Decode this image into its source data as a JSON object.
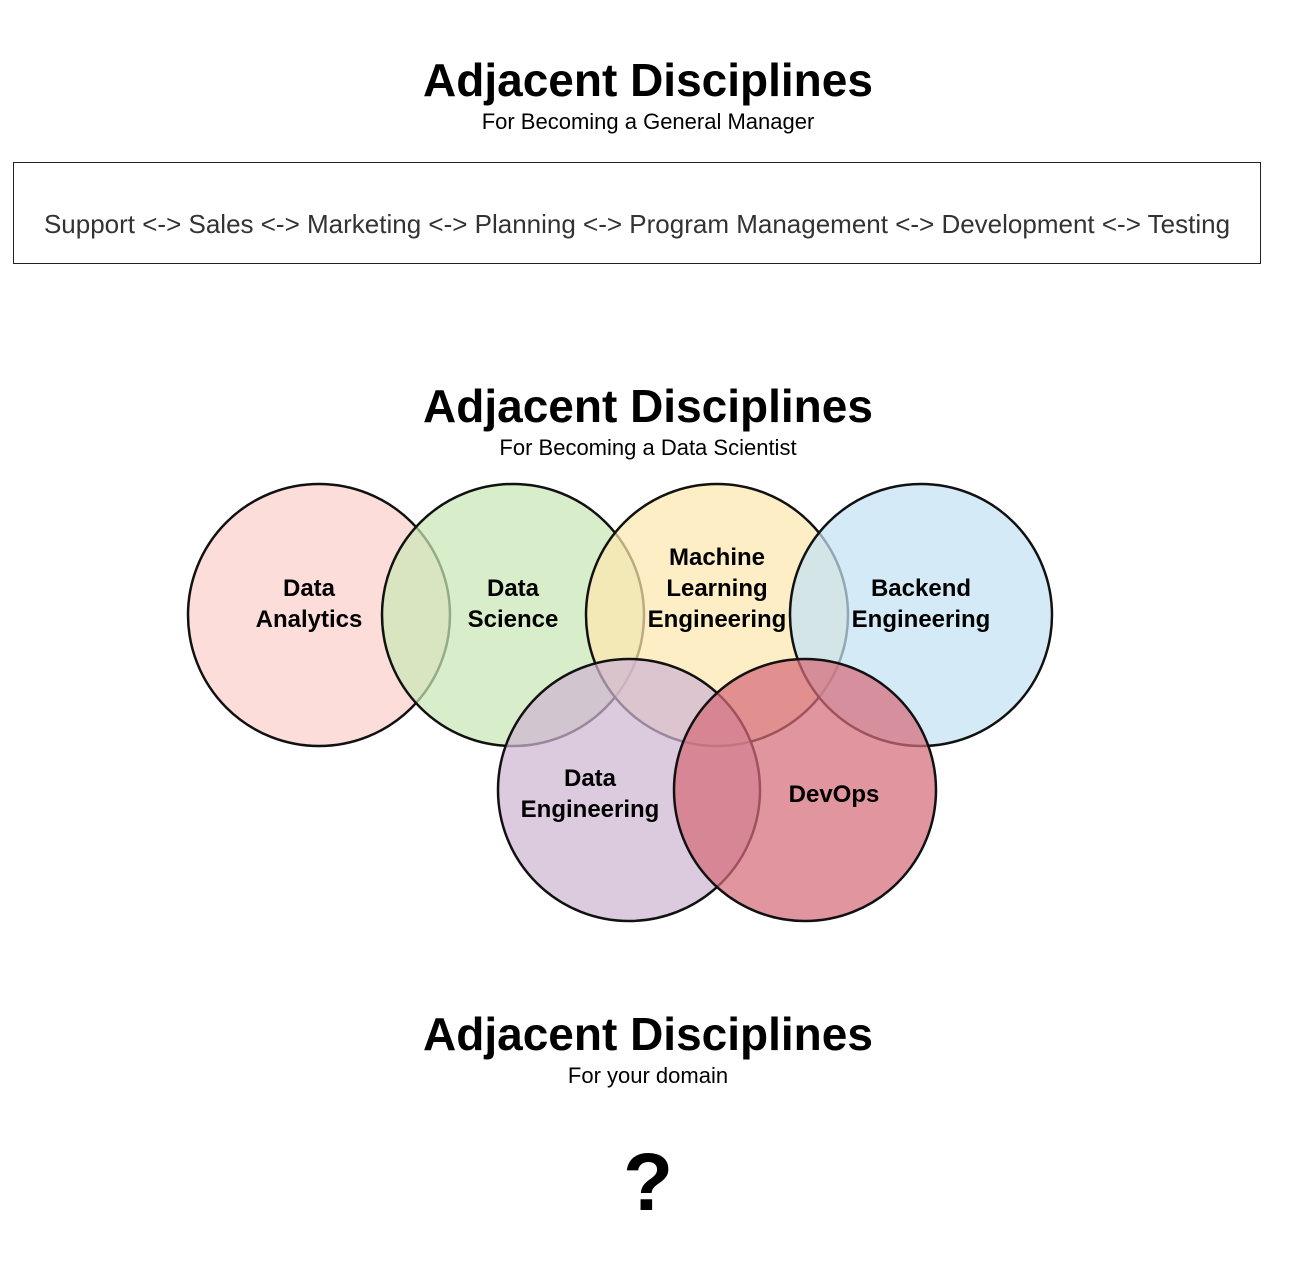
{
  "sections": [
    {
      "title": "Adjacent Disciplines",
      "subtitle": "For Becoming a General Manager",
      "chain": "Support <-> Sales <-> Marketing <-> Planning <-> Program Management <-> Development <-> Testing"
    },
    {
      "title": "Adjacent Disciplines",
      "subtitle": "For Becoming a Data Scientist"
    },
    {
      "title": "Adjacent Disciplines",
      "subtitle": "For your domain",
      "placeholder": "?"
    }
  ],
  "venn": {
    "circles": [
      {
        "id": "data-analytics",
        "lines": [
          "Data",
          "Analytics"
        ],
        "color": "#fcd0cc"
      },
      {
        "id": "data-science",
        "lines": [
          "Data",
          "Science"
        ],
        "color": "#c9e7b5"
      },
      {
        "id": "machine-learning-engineering",
        "lines": [
          "Machine",
          "Learning",
          "Engineering"
        ],
        "color": "#fde8b0"
      },
      {
        "id": "backend-engineering",
        "lines": [
          "Backend",
          "Engineering"
        ],
        "color": "#c4e2f4"
      },
      {
        "id": "data-engineering",
        "lines": [
          "Data",
          "Engineering"
        ],
        "color": "#cfb6d3"
      },
      {
        "id": "devops",
        "lines": [
          "DevOps"
        ],
        "color": "#d56c7a"
      }
    ]
  }
}
